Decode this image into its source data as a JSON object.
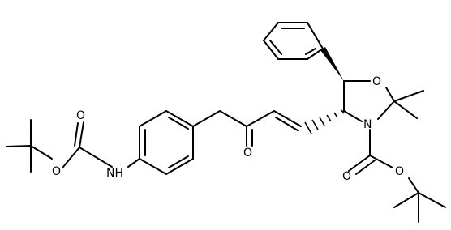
{
  "molecule": {
    "atom_labels": {
      "o_boc_left_carbonyl": "O",
      "o_boc_left_ester": "O",
      "nh": "NH",
      "o_ketone": "O",
      "o_ring": "O",
      "n_ring": "N",
      "o_boc_right_carbonyl": "O",
      "o_boc_right_ester": "O"
    }
  }
}
